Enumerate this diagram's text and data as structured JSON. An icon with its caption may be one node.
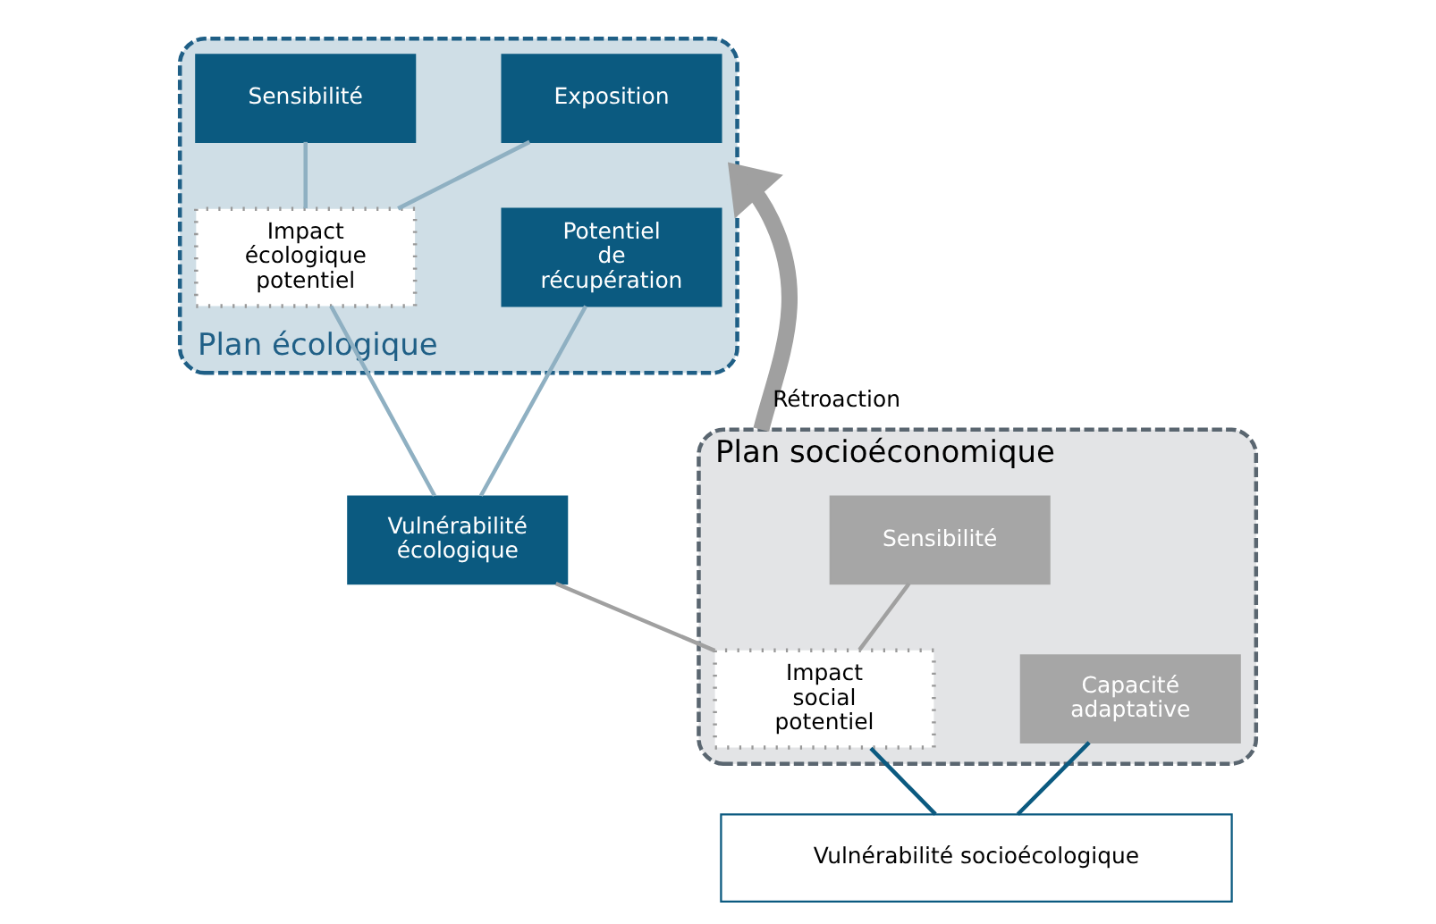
{
  "diagram": {
    "nodes": [
      {
        "text": [
          "Plan écologique"
        ]
      },
      {
        "text": [
          "Exposition"
        ],
        "in": 0
      },
      {
        "text": [
          "Sensibilité"
        ],
        "in": 0
      },
      {
        "text": [
          "Impact écologique potentiel"
        ],
        "in": 0
      },
      {
        "text": [
          "Potentiel de récupération"
        ],
        "in": 0
      },
      {
        "text": [
          "Vulnérabilité écologique"
        ]
      },
      {
        "text": [
          "Plan socioéconomique"
        ]
      },
      {
        "text": [
          "Sensibilité"
        ],
        "in": 6
      },
      {
        "text": [
          "Impact social potentiel"
        ],
        "in": 6
      },
      {
        "text": [
          "Capacité adaptative"
        ],
        "in": 6
      },
      {
        "text": [
          "Vulnérabilité socioécologique"
        ]
      }
    ],
    "edges": [
      {
        "from": 1,
        "to": 3,
        "arrow": "none",
        "color": "#8fb0c2"
      },
      {
        "from": 2,
        "to": 3,
        "arrow": "none",
        "color": "#8fb0c2"
      },
      {
        "from": 3,
        "to": 5,
        "arrow": "none",
        "color": "#8fb0c2"
      },
      {
        "from": 4,
        "to": 5,
        "arrow": "none",
        "color": "#8fb0c2"
      },
      {
        "from": 5,
        "to": 8,
        "arrow": "none"
      },
      {
        "from": 7,
        "to": 8,
        "arrow": "none"
      },
      {
        "from": 8,
        "to": 10,
        "arrow": "none",
        "color": "#0b5a80"
      },
      {
        "from": 9,
        "to": 10,
        "arrow": "none",
        "color": "#0b5a80"
      },
      {
        "from": 6,
        "to": 0,
        "arrow": "to",
        "label": "Rétroaction",
        "style": "thick"
      }
    ]
  }
}
